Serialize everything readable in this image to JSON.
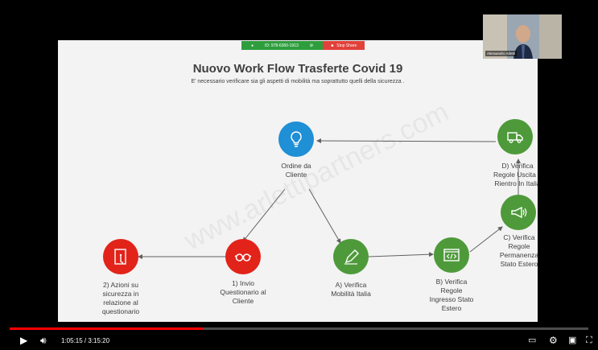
{
  "slide": {
    "title": "Nuovo Work Flow Trasferte Covid 19",
    "subtitle": "E' necessario verificare sia gli aspetti di mobilità ma soprattutto quelli della sicurezza .",
    "watermark": "www.arlettipartners.com",
    "nodes": {
      "ordine": [
        "Ordine da",
        "Cliente"
      ],
      "verifica_d": [
        "D) Verifica",
        "Regole Uscita e",
        "Rientro In Italia"
      ],
      "verifica_c": [
        "C) Verifica",
        "Regole",
        "Permanenza",
        "Stato Estero"
      ],
      "verifica_b": [
        "B) Verifica",
        "Regole",
        "Ingresso Stato",
        "Estero"
      ],
      "verifica_a": [
        "A) Verifica",
        "Mobilità Italia"
      ],
      "invio": [
        "1) Invio",
        "Questionario al",
        "Cliente"
      ],
      "azioni": [
        "2) Azioni su",
        "sicurezza in",
        "relazione al",
        "questionario"
      ]
    },
    "colors": {
      "blue": "#1f8fd6",
      "green": "#4e9a3a",
      "red": "#e2231a"
    }
  },
  "zoom_bar": {
    "id_text": "ID: 978-6360-1913",
    "stop_label": "Stop Share"
  },
  "webcam": {
    "name": "Alessandro Arletti"
  },
  "player": {
    "current_time": "1:05:15",
    "duration": "3:15:20",
    "progress": 0.334,
    "icons": [
      "play-icon",
      "volume-icon",
      "subtitles-icon",
      "settings-icon",
      "miniplayer-icon",
      "fullscreen-icon"
    ]
  }
}
